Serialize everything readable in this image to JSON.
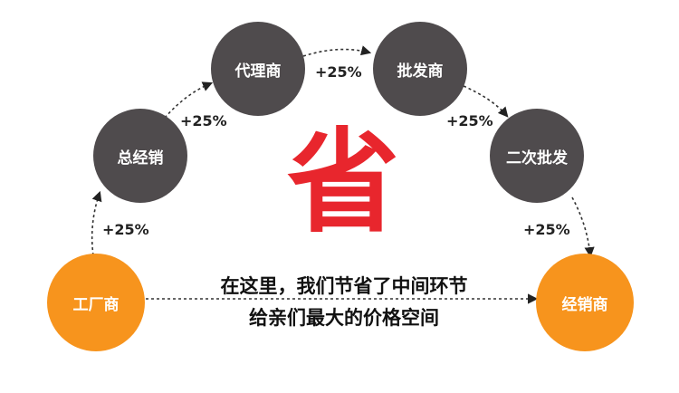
{
  "nodes": {
    "factory": "工厂商",
    "general_distributor": "总经销",
    "agent": "代理商",
    "wholesaler": "批发商",
    "secondary_wholesale": "二次批发",
    "dealer": "经销商"
  },
  "markups": {
    "m1": "+25%",
    "m2": "+25%",
    "m3": "+25%",
    "m4": "+25%",
    "m5": "+25%"
  },
  "center_char": "省",
  "caption": {
    "line1": "在这里，我们节省了中间环节",
    "line2": "给亲们最大的价格空间"
  },
  "colors": {
    "gray_node": "#4f4b4d",
    "orange_node": "#f7941d",
    "accent_red": "#e8262d"
  }
}
